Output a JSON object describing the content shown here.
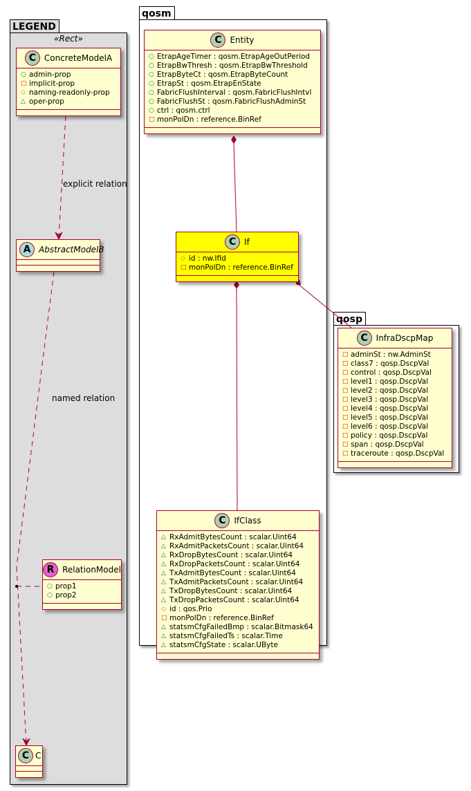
{
  "colors": {
    "class_fill": "#fefece",
    "class_highlight_fill": "#ffff00",
    "class_border": "#a80036",
    "legend_fill": "#dddddd",
    "badge_class": "#add1b2",
    "badge_abstract": "#a9dcdf",
    "badge_relation": "#dd66cc"
  },
  "visibility_icons": {
    "public": "○",
    "private": "□",
    "protected": "◇",
    "package": "△"
  },
  "legend": {
    "package_name": "LEGEND",
    "stereotype": "«Rect»",
    "concrete": {
      "badge": "C",
      "name": "ConcreteModelA",
      "attrs": [
        {
          "vis": "public",
          "text": "admin-prop"
        },
        {
          "vis": "private",
          "text": "implicit-prop"
        },
        {
          "vis": "protected",
          "text": "naming-readonly-prop"
        },
        {
          "vis": "package",
          "text": "oper-prop"
        }
      ]
    },
    "explicit_relation_label": "explicit relation",
    "abstract": {
      "badge": "A",
      "name": "AbstractModelB"
    },
    "named_relation_label": "named relation",
    "relation_model": {
      "badge": "R",
      "name": "RelationModel",
      "attrs": [
        {
          "vis": "public",
          "text": "prop1"
        },
        {
          "vis": "public",
          "text": "prop2"
        }
      ]
    },
    "c_class": {
      "badge": "C",
      "name": "C"
    }
  },
  "qosm": {
    "package_name": "qosm",
    "entity": {
      "badge": "C",
      "name": "Entity",
      "attrs": [
        {
          "vis": "public",
          "text": "EtrapAgeTimer : qosm.EtrapAgeOutPeriod"
        },
        {
          "vis": "public",
          "text": "EtrapBwThresh : qosm.EtrapBwThreshold"
        },
        {
          "vis": "public",
          "text": "EtrapByteCt : qosm.EtrapByteCount"
        },
        {
          "vis": "public",
          "text": "EtrapSt : qosm.EtrapEnState"
        },
        {
          "vis": "public",
          "text": "FabricFlushInterval : qosm.FabricFlushIntvl"
        },
        {
          "vis": "public",
          "text": "FabricFlushSt : qosm.FabricFlushAdminSt"
        },
        {
          "vis": "public",
          "text": "ctrl : qosm.ctrl"
        },
        {
          "vis": "private",
          "text": "monPolDn : reference.BinRef"
        }
      ]
    },
    "if": {
      "badge": "C",
      "name": "If",
      "attrs": [
        {
          "vis": "protected",
          "text": "id : nw.IfId"
        },
        {
          "vis": "private",
          "text": "monPolDn : reference.BinRef"
        }
      ]
    },
    "ifclass": {
      "badge": "C",
      "name": "IfClass",
      "attrs": [
        {
          "vis": "package",
          "text": "RxAdmitBytesCount : scalar.Uint64"
        },
        {
          "vis": "package",
          "text": "RxAdmitPacketsCount : scalar.Uint64"
        },
        {
          "vis": "package",
          "text": "RxDropBytesCount : scalar.Uint64"
        },
        {
          "vis": "package",
          "text": "RxDropPacketsCount : scalar.Uint64"
        },
        {
          "vis": "package",
          "text": "TxAdmitBytesCount : scalar.Uint64"
        },
        {
          "vis": "package",
          "text": "TxAdmitPacketsCount : scalar.Uint64"
        },
        {
          "vis": "package",
          "text": "TxDropBytesCount : scalar.Uint64"
        },
        {
          "vis": "package",
          "text": "TxDropPacketsCount : scalar.Uint64"
        },
        {
          "vis": "protected",
          "text": "id : qos.Prio"
        },
        {
          "vis": "private",
          "text": "monPolDn : reference.BinRef"
        },
        {
          "vis": "package",
          "text": "statsmCfgFailedBmp : scalar.Bitmask64"
        },
        {
          "vis": "package",
          "text": "statsmCfgFailedTs : scalar.Time"
        },
        {
          "vis": "package",
          "text": "statsmCfgState : scalar.UByte"
        }
      ]
    }
  },
  "qosp": {
    "package_name": "qosp",
    "infradscpmap": {
      "badge": "C",
      "name": "InfraDscpMap",
      "attrs": [
        {
          "vis": "private",
          "text": "adminSt : nw.AdminSt"
        },
        {
          "vis": "private",
          "text": "class7 : qosp.DscpVal"
        },
        {
          "vis": "private",
          "text": "control : qosp.DscpVal"
        },
        {
          "vis": "private",
          "text": "level1 : qosp.DscpVal"
        },
        {
          "vis": "private",
          "text": "level2 : qosp.DscpVal"
        },
        {
          "vis": "private",
          "text": "level3 : qosp.DscpVal"
        },
        {
          "vis": "private",
          "text": "level4 : qosp.DscpVal"
        },
        {
          "vis": "private",
          "text": "level5 : qosp.DscpVal"
        },
        {
          "vis": "private",
          "text": "level6 : qosp.DscpVal"
        },
        {
          "vis": "private",
          "text": "policy : qosp.DscpVal"
        },
        {
          "vis": "private",
          "text": "span : qosp.DscpVal"
        },
        {
          "vis": "private",
          "text": "traceroute : qosp.DscpVal"
        }
      ]
    }
  }
}
